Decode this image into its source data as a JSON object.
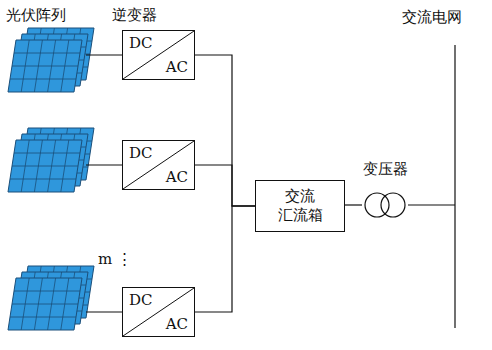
{
  "diagram": {
    "nodes": [
      {
        "text": [
          "DC",
          "AC"
        ]
      },
      {
        "text": [
          "DC",
          "AC"
        ]
      },
      {
        "text": [
          "DC",
          "AC"
        ]
      },
      {
        "text": [
          "交流 汇流箱"
        ]
      },
      {
        "text": [
          "变压器"
        ]
      }
    ],
    "edges": [
      {
        "from": 0,
        "to": 3,
        "arrow": "none"
      },
      {
        "from": 1,
        "to": 3,
        "arrow": "none"
      },
      {
        "from": 2,
        "to": 3,
        "arrow": "none"
      },
      {
        "from": 3,
        "to": 4,
        "arrow": "none"
      }
    ],
    "labels": [
      "光伏阵列",
      "逆变器",
      "m ⋮",
      "交流电网"
    ]
  }
}
